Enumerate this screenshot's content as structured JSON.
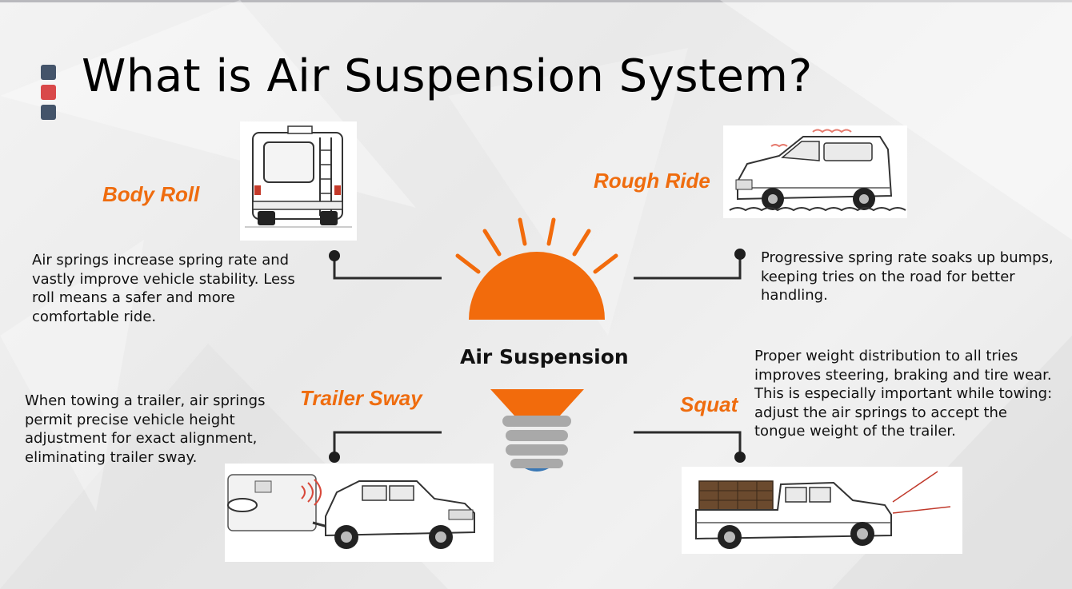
{
  "slide": {
    "title": "What is Air Suspension System?",
    "center_label": "Air Suspension",
    "colors": {
      "accent": "#ef6c0e",
      "bulb_orange": "#f26b0c",
      "square_blue": "#44546a",
      "square_red": "#d9494a",
      "line": "#2b2b2b"
    }
  },
  "topics": {
    "body_roll": {
      "label": "Body Roll",
      "text": "Air springs increase spring rate and vastly improve vehicle stability. Less roll means a safer and more comfortable ride.",
      "image": "motorhome-rear-view"
    },
    "rough_ride": {
      "label": "Rough Ride",
      "text": "Progressive spring rate soaks up bumps, keeping tries on the road for better handling.",
      "image": "camper-van-on-bumps"
    },
    "trailer_sway": {
      "label": "Trailer Sway",
      "text": "When towing a trailer, air springs permit precise vehicle height adjustment for exact alignment, eliminating trailer sway.",
      "image": "suv-towing-trailer"
    },
    "squat": {
      "label": "Squat",
      "text": "Proper weight distribution to all tries improves steering, braking and tire wear. This is especially important while towing: adjust the air springs to accept the tongue weight of the trailer.",
      "image": "loaded-pickup-truck"
    }
  }
}
